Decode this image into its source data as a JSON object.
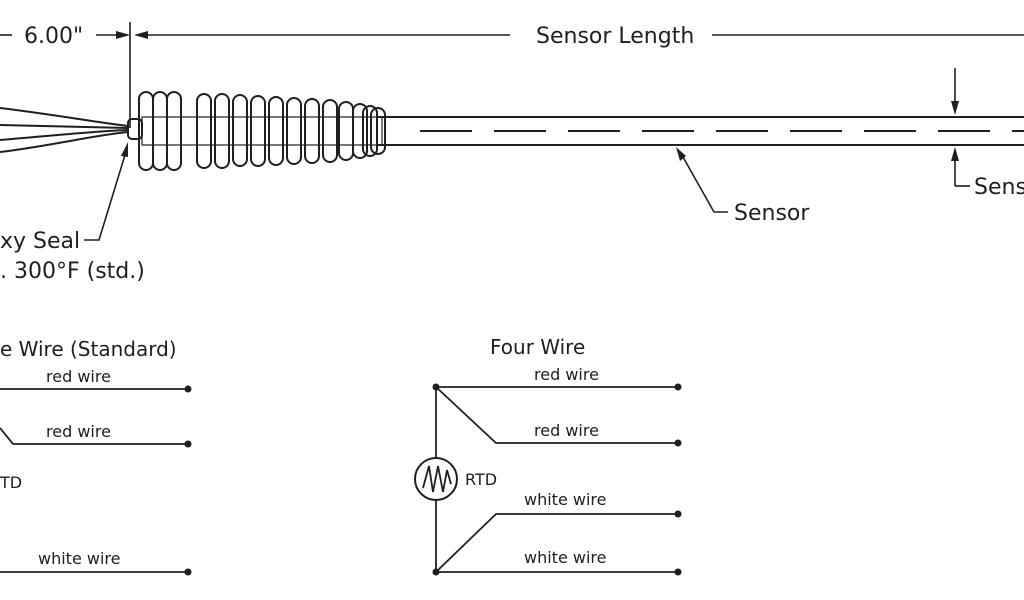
{
  "top": {
    "dimension_label": "6.00\"",
    "sensor_length_label": "Sensor Length",
    "sensor_label": "Sensor",
    "sensor_diameter_partial_label": "Sens",
    "seal_line1": "xy Seal",
    "seal_line2": ". 300°F (std.)"
  },
  "three_wire": {
    "title": "e Wire (Standard)",
    "wire1": "red wire",
    "wire2": "red wire",
    "wire3": "white wire",
    "rtd": "TD"
  },
  "four_wire": {
    "title": "Four Wire",
    "wire1": "red wire",
    "wire2": "red wire",
    "wire3": "white wire",
    "wire4": "white wire",
    "rtd": "RTD"
  }
}
